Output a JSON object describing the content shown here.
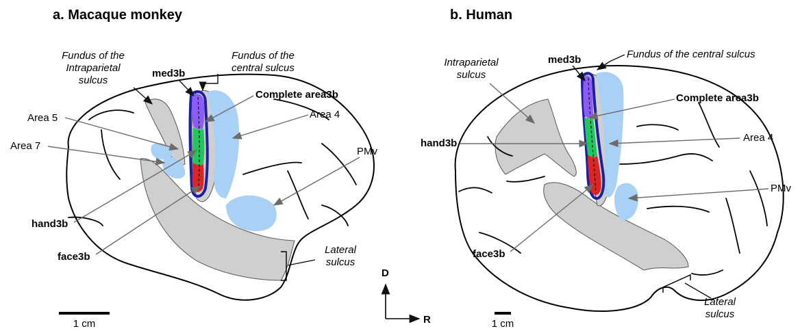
{
  "panels": [
    {
      "title": "a. Macaque monkey",
      "labels": {
        "fundus_ips": [
          "Fundus of the",
          "Intraparietal",
          "sulcus"
        ],
        "fundus_cs": [
          "Fundus of the",
          "central sulcus"
        ],
        "med3b": "med3b",
        "complete": "Complete area3b",
        "area5": "Area 5",
        "area4": "Area 4",
        "area7": "Area 7",
        "pmv": "PMv",
        "hand3b": "hand3b",
        "face3b": "face3b",
        "lateral": [
          "Lateral",
          "sulcus"
        ]
      },
      "scale": "1 cm"
    },
    {
      "title": "b. Human",
      "labels": {
        "ips": [
          "Intraparietal",
          "sulcus"
        ],
        "fundus_cs": "Fundus of the central sulcus",
        "med3b": "med3b",
        "complete": "Complete area3b",
        "hand3b": "hand3b",
        "area4": "Area 4",
        "pmv": "PMv",
        "face3b": "face3b",
        "lateral": [
          "Lateral",
          "sulcus"
        ]
      },
      "scale": "1 cm"
    }
  ],
  "compass": {
    "dorsal": "D",
    "rostral": "R"
  },
  "colors": {
    "med3b": "#8b5cf6",
    "hand3b": "#22c55e",
    "face3b": "#dc2626",
    "area3b_border": "#1e1ea0",
    "motor_blue": "#a9d0f5",
    "sulcus_gray": "#cfcfcf"
  }
}
